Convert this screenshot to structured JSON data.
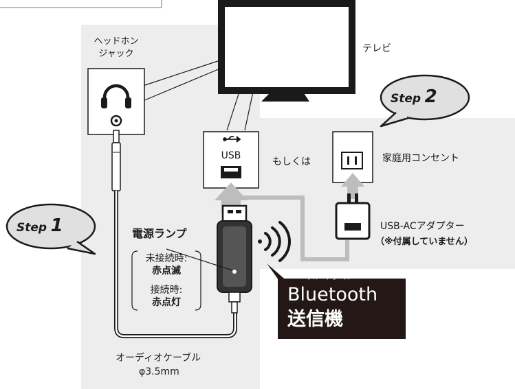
{
  "labels": {
    "headphone_jack_line1": "ヘッドホン",
    "headphone_jack_line2": "ジャック",
    "tv": "テレビ",
    "usb_port": "USB",
    "or": "もしくは",
    "home_outlet": "家庭用コンセント",
    "adapter_name": "USB-ACアダプター",
    "adapter_note": "（※付属していません）",
    "power_lamp": "電源ランプ",
    "not_connected_label": "未接続時:",
    "not_connected_state": "赤点滅",
    "connected_label": "接続時:",
    "connected_state": "赤点灯",
    "bt_ruby": "ブルートゥース",
    "bt_word": "Bluetooth",
    "bt_transmitter": "送信機",
    "cable_name": "オーディオケーブル",
    "cable_size": "φ3.5mm"
  },
  "steps": [
    {
      "word": "Step",
      "num": "1"
    },
    {
      "word": "Step",
      "num": "2"
    }
  ],
  "colors": {
    "panel_gray": "#eeeeee",
    "cable_gray": "#bdbdbd",
    "line": "#1a1a1a",
    "callout_bg": "#231815"
  }
}
